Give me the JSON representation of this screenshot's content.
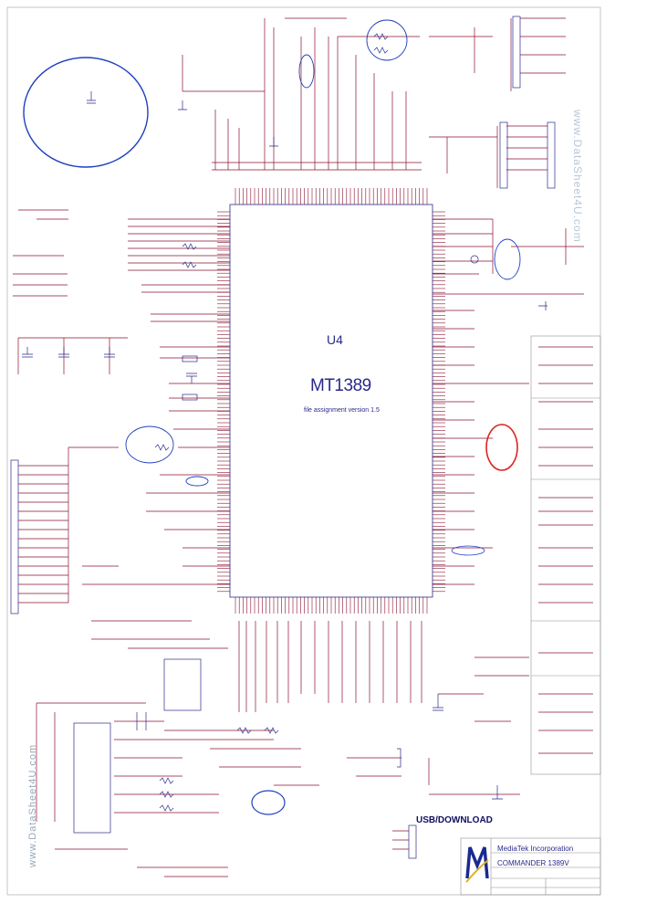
{
  "chip": {
    "reference": "U4",
    "name": "MT1389",
    "subtitle": "file assignment version 1.5"
  },
  "labels": {
    "usb_download": "USB/DOWNLOAD"
  },
  "title_block": {
    "company": "MediaTek Incorporation",
    "title": "COMMANDER 1389V"
  },
  "watermarks": {
    "right": "www.DataSheet4U.com",
    "left": "www.DataSheet4U.com"
  },
  "colors": {
    "wire": "#8a1030",
    "component": "#2a2a8a",
    "highlight_blue": "#2040c0",
    "highlight_red": "#e02020",
    "frame": "#a0a0a0"
  }
}
